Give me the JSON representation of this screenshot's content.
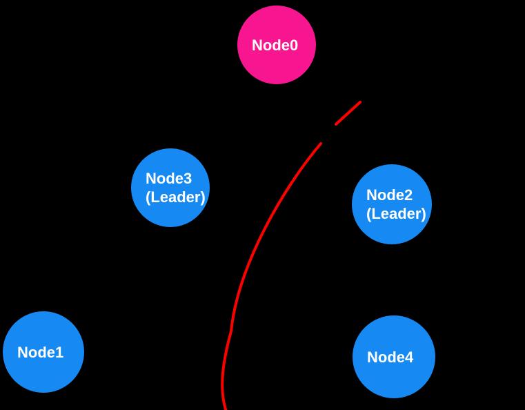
{
  "diagram": {
    "type": "cluster-partition-diagram",
    "background": "black",
    "partition_line": {
      "style": "solid red curve with a gap near its top end",
      "separates": [
        [
          "Node0",
          "Node3",
          "Node1"
        ],
        [
          "Node2",
          "Node4"
        ]
      ]
    }
  },
  "nodes": [
    {
      "id": "node0",
      "label": "Node0",
      "fill": "#F81590"
    },
    {
      "id": "node3",
      "label": "Node3",
      "sublabel": "(Leader)",
      "fill": "#1789F2"
    },
    {
      "id": "node2",
      "label": "Node2",
      "sublabel": "(Leader)",
      "fill": "#1789F2"
    },
    {
      "id": "node1",
      "label": "Node1",
      "fill": "#1789F2"
    },
    {
      "id": "node4",
      "label": "Node4",
      "fill": "#1789F2"
    }
  ],
  "colors": {
    "background": "#000000",
    "node0_fill": "#F81590",
    "node_fill": "#1789F2",
    "partition_line": "#FF0000",
    "node_text": "#FFFFFF"
  }
}
